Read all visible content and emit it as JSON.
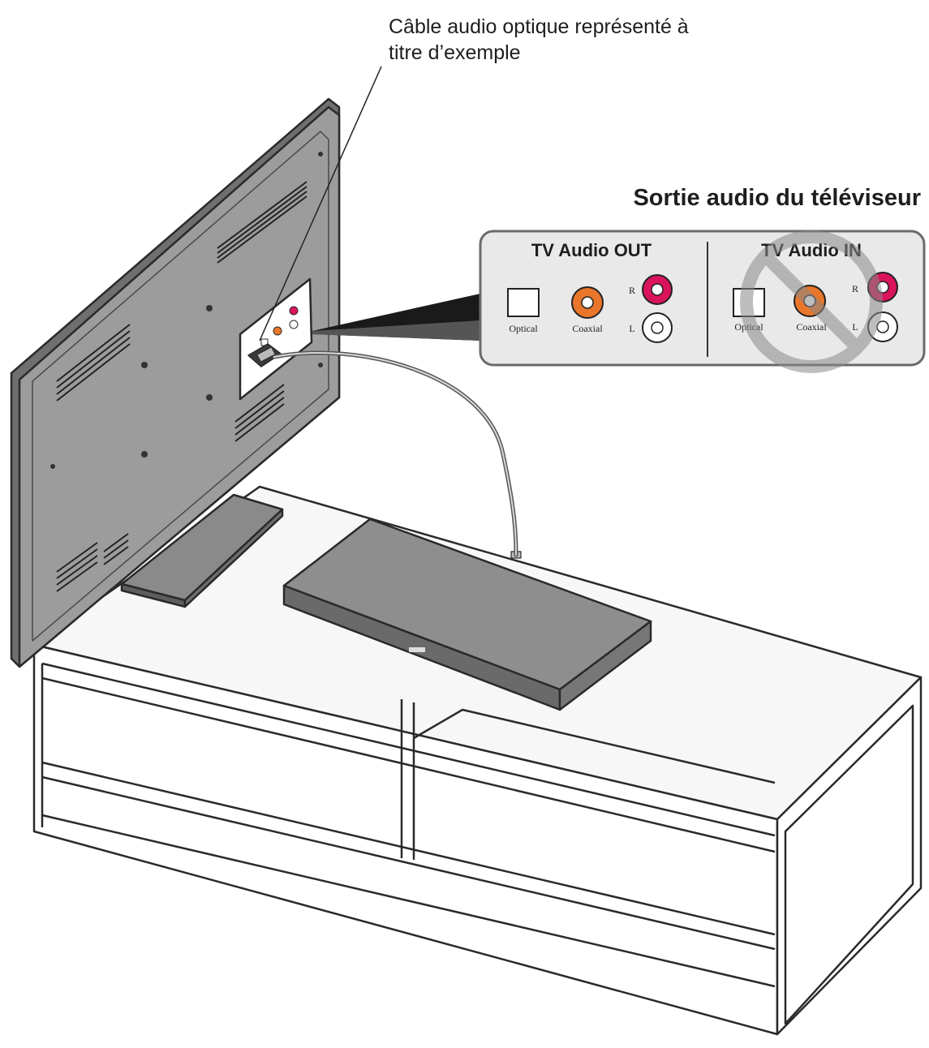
{
  "annotation": {
    "line1": "Câble audio optique représenté à",
    "line2": "titre d’exemple"
  },
  "heading": "Sortie audio du téléviseur",
  "panel": {
    "out_title": "TV Audio OUT",
    "in_title": "TV Audio IN",
    "optical_label": "Optical",
    "coaxial_label": "Coaxial",
    "right_label": "R",
    "left_label": "L"
  },
  "colors": {
    "coaxial": "#e8762b",
    "rca_right": "#d9145c",
    "panel_bg": "#e9e9e9",
    "tv_back": "#9c9c9c",
    "console": "#8e8e8e"
  }
}
